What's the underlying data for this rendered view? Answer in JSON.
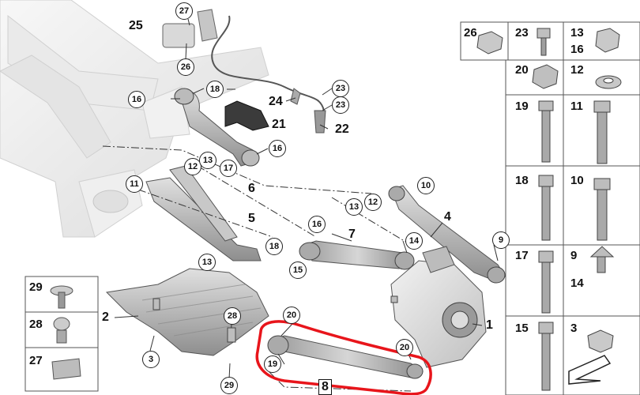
{
  "circled_labels": [
    "27",
    "26",
    "18",
    "16",
    "23",
    "23",
    "16",
    "17",
    "12",
    "13",
    "11",
    "10",
    "12",
    "13",
    "16",
    "18",
    "13",
    "14",
    "15",
    "9",
    "20",
    "19",
    "20",
    "3",
    "28",
    "29"
  ],
  "plain_labels": [
    "25",
    "24",
    "21",
    "22",
    "6",
    "5",
    "7",
    "4",
    "2",
    "1"
  ],
  "highlighted_label": "8",
  "side_legend": [
    "29",
    "28",
    "27"
  ],
  "parts_panel": [
    [
      "26",
      "23",
      "13",
      "16"
    ],
    [
      "20",
      "12"
    ],
    [
      "19",
      "11"
    ],
    [
      "18",
      "10"
    ],
    [
      "17",
      "9",
      "14"
    ],
    [
      "15",
      "3"
    ]
  ],
  "colors": {
    "highlight": "#e8151b",
    "part_gray": "#bdbdbd",
    "part_dark": "#6f6f6f"
  }
}
